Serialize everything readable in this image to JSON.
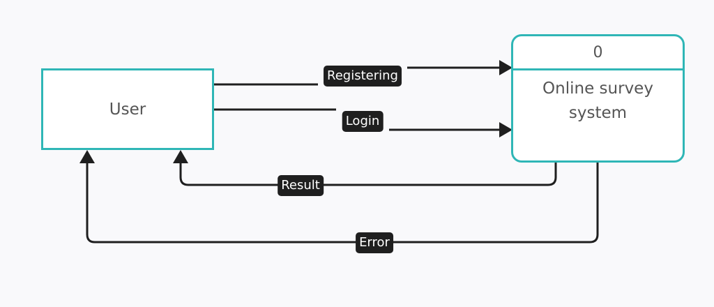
{
  "entity": {
    "label": "User"
  },
  "process": {
    "id": "0",
    "name": "Online survey system"
  },
  "flows": {
    "registering": "Registering",
    "login": "Login",
    "result": "Result",
    "error": "Error"
  },
  "colors": {
    "background": "#f9f9fb",
    "node_border": "#2fb6b6",
    "edge": "#1f1f1f",
    "label_bg": "#1f1f1f",
    "label_text": "#ffffff",
    "node_text": "#555555"
  }
}
